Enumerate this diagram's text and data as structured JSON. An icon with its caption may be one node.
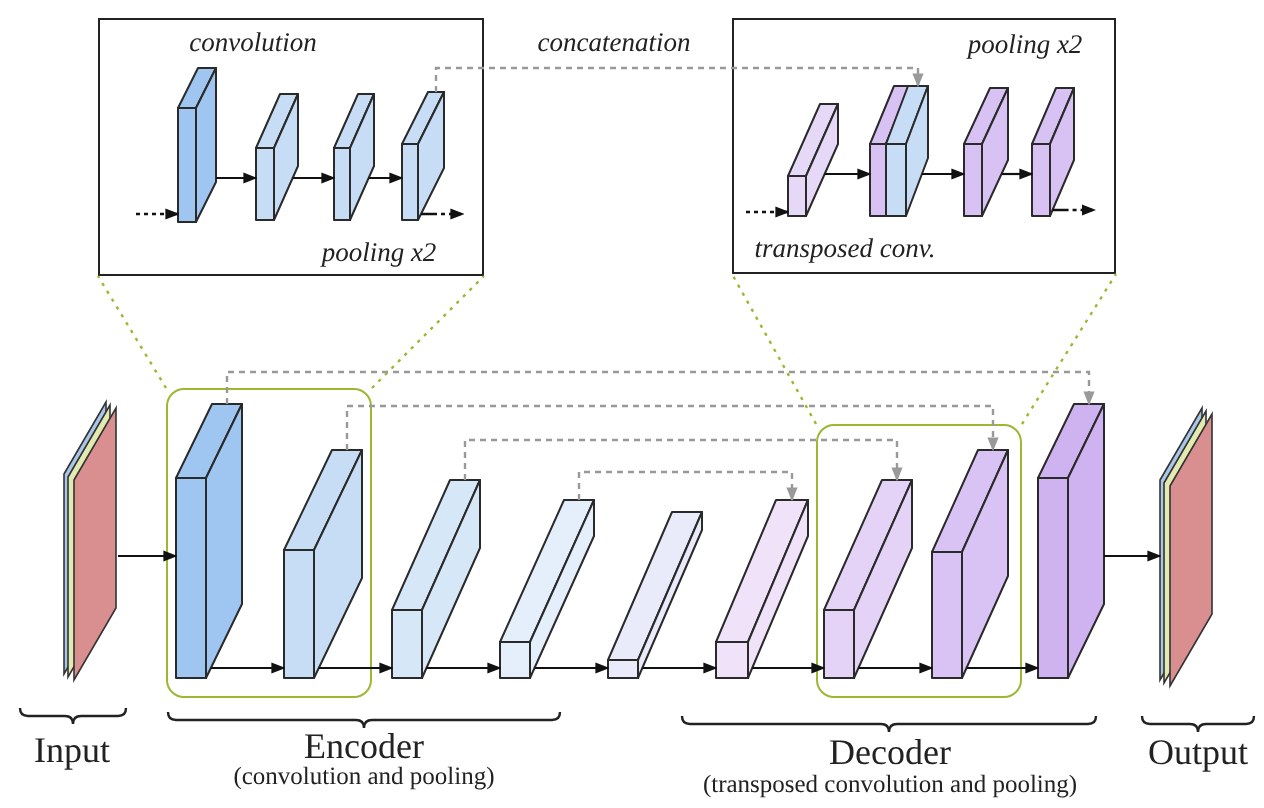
{
  "diagram": {
    "nodes": [
      {
        "text": [
          "convolution",
          "pooling x2"
        ]
      },
      {
        "text": [],
        "shape": "box",
        "in": 0
      },
      {
        "text": [],
        "shape": "box",
        "in": 0
      },
      {
        "text": [],
        "shape": "box",
        "in": 0
      },
      {
        "text": [],
        "shape": "box",
        "in": 0
      },
      {
        "text": [
          "pooling x2",
          "transposed conv."
        ]
      },
      {
        "text": [],
        "shape": "box",
        "in": 5
      },
      {
        "text": [],
        "shape": "box",
        "in": 5
      },
      {
        "text": [],
        "shape": "box",
        "in": 5
      },
      {
        "text": [],
        "shape": "box",
        "in": 5
      },
      {
        "text": [],
        "shape": "box",
        "in": 5
      },
      {
        "text": [],
        "shape": "box",
        "beside": [
          "Input"
        ]
      },
      {
        "text": [],
        "shape": "box"
      },
      {
        "text": [],
        "shape": "box",
        "in": 12
      },
      {
        "text": [],
        "shape": "box",
        "in": 12
      },
      {
        "text": [],
        "shape": "box"
      },
      {
        "text": [],
        "shape": "box"
      },
      {
        "text": [],
        "shape": "box"
      },
      {
        "text": [],
        "shape": "box"
      },
      {
        "text": [],
        "shape": "box"
      },
      {
        "text": [],
        "shape": "box",
        "in": 19
      },
      {
        "text": [],
        "shape": "box",
        "in": 19
      },
      {
        "text": [],
        "shape": "box"
      },
      {
        "text": [],
        "shape": "box",
        "beside": [
          "Output"
        ]
      }
    ],
    "edges": [
      {
        "from": null,
        "to": 1,
        "arrow": "to",
        "style": "dashed"
      },
      {
        "from": 1,
        "to": 2,
        "arrow": "to"
      },
      {
        "from": 2,
        "to": 3,
        "arrow": "to"
      },
      {
        "from": 3,
        "to": 4,
        "arrow": "to"
      },
      {
        "from": 4,
        "to": null,
        "arrow": "to",
        "style": "dashed"
      },
      {
        "from": 4,
        "to": 8,
        "arrow": "to",
        "label": "concatenation",
        "style": "dashed",
        "color": "#999999"
      },
      {
        "from": null,
        "to": 6,
        "arrow": "to",
        "style": "dashed"
      },
      {
        "from": 6,
        "to": 7,
        "arrow": "to"
      },
      {
        "from": 8,
        "to": 9,
        "arrow": "to"
      },
      {
        "from": 9,
        "to": 10,
        "arrow": "to"
      },
      {
        "from": 10,
        "to": null,
        "arrow": "to",
        "style": "dashed"
      },
      {
        "from": 11,
        "to": 13,
        "arrow": "to"
      },
      {
        "from": 13,
        "to": 14,
        "arrow": "to"
      },
      {
        "from": 14,
        "to": 15,
        "arrow": "to"
      },
      {
        "from": 15,
        "to": 16,
        "arrow": "to"
      },
      {
        "from": 16,
        "to": 17,
        "arrow": "to"
      },
      {
        "from": 17,
        "to": 18,
        "arrow": "to"
      },
      {
        "from": 18,
        "to": 20,
        "arrow": "to"
      },
      {
        "from": 20,
        "to": 21,
        "arrow": "to"
      },
      {
        "from": 21,
        "to": 22,
        "arrow": "to"
      },
      {
        "from": 22,
        "to": 23,
        "arrow": "to"
      },
      {
        "from": 13,
        "to": 22,
        "arrow": "to",
        "style": "dashed",
        "color": "#999999"
      },
      {
        "from": 14,
        "to": 21,
        "arrow": "to",
        "style": "dashed",
        "color": "#999999"
      },
      {
        "from": 15,
        "to": 20,
        "arrow": "to",
        "style": "dashed",
        "color": "#999999"
      },
      {
        "from": 16,
        "to": 18,
        "arrow": "to",
        "style": "dashed",
        "color": "#999999"
      },
      {
        "from": 12,
        "to": 0,
        "arrow": "none",
        "style": "dashed",
        "color": "#9cb833"
      },
      {
        "from": 12,
        "to": 0,
        "arrow": "none",
        "style": "dashed",
        "color": "#9cb833"
      },
      {
        "from": 19,
        "to": 5,
        "arrow": "none",
        "style": "dashed",
        "color": "#9cb833"
      },
      {
        "from": 19,
        "to": 5,
        "arrow": "none",
        "style": "dashed",
        "color": "#9cb833"
      }
    ],
    "labels": [
      "Encoder",
      "(convolution and pooling)",
      "Decoder",
      "(transposed convolution and pooling)"
    ]
  }
}
